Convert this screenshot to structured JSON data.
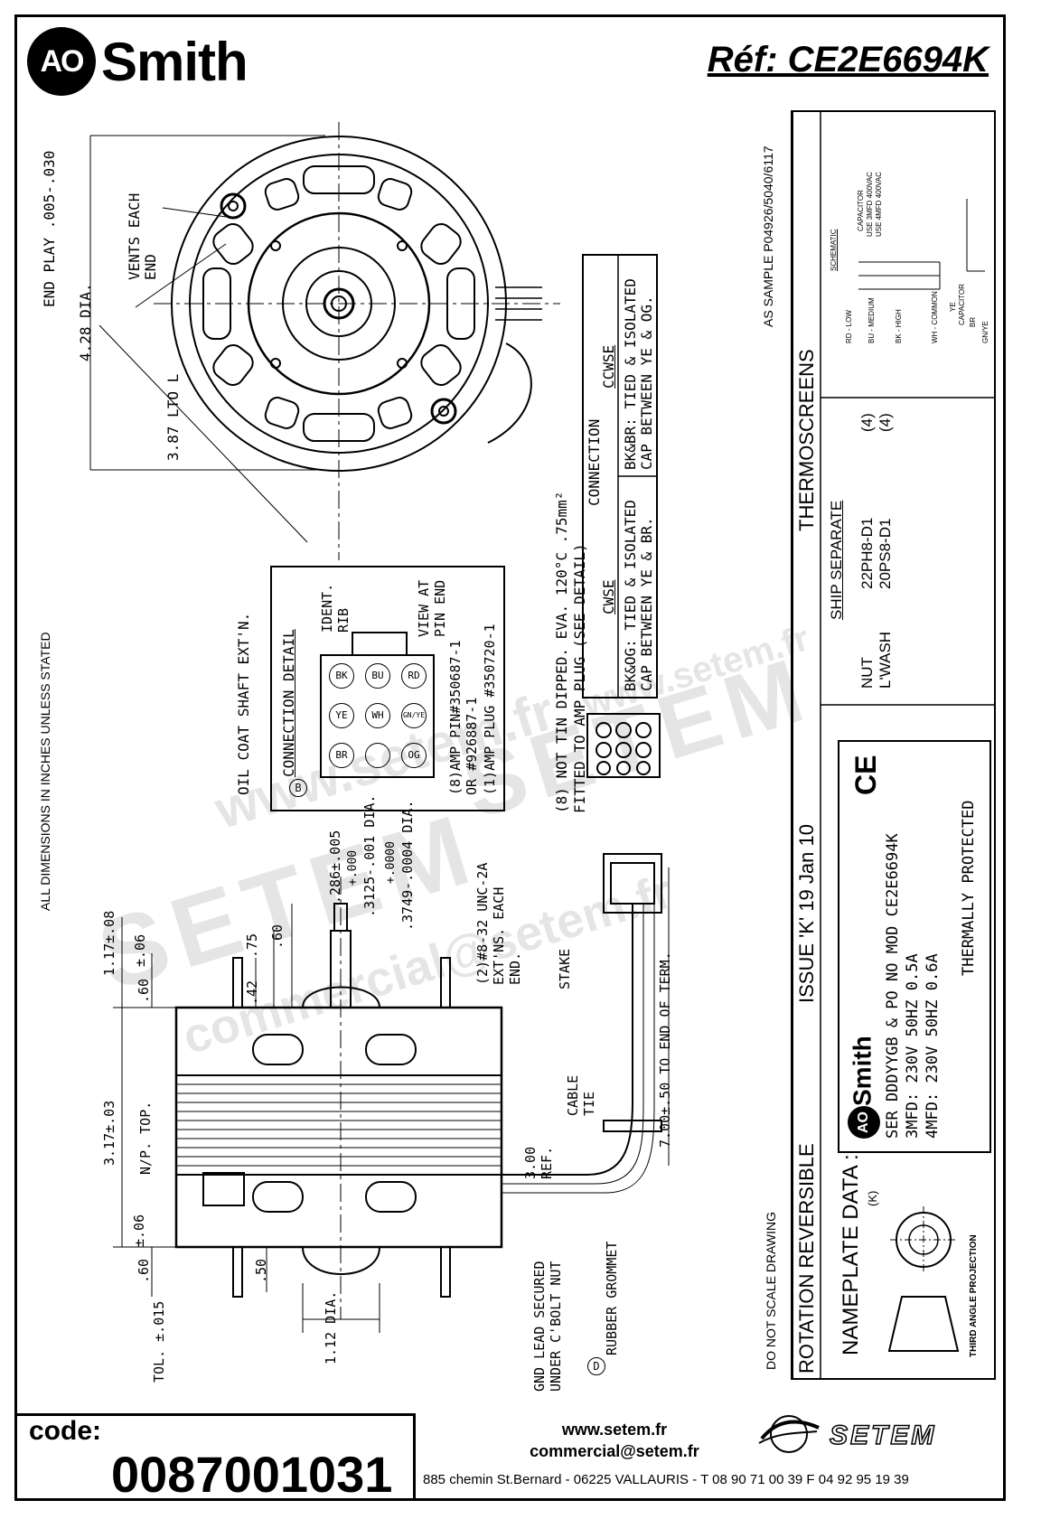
{
  "header": {
    "brand_initials": "AO",
    "brand_name": "Smith",
    "reference": "Réf: CE2E6694K"
  },
  "drawing": {
    "left_note": "ALL DIMENSIONS IN INCHES UNLESS STATED",
    "end_play": "END PLAY .005-.030",
    "dia_428": "4.28 DIA.",
    "ltol_387": "3.87 LTO L",
    "vents": "VENTS EACH END",
    "oil_coat": "OIL COAT SHAFT EXT'N.",
    "shaft_dim_286": ".286±.005",
    "shaft_dia_3125_tol_plus": "+.000",
    "shaft_dia_3125": ".3125-.001 DIA.",
    "shaft_dia_3749_tol_plus": "+.0000",
    "shaft_dia_3749": ".3749-.0004 DIA.",
    "dim_117": "1.17±.08",
    "dim_pm06_top": "±.06",
    "dim_60_top": ".60",
    "dim_75": ".75",
    "dim_60_b": ".60",
    "dim_42": ".42",
    "dim_317": "3.17±.03",
    "dim_pm06_bot": "±.06",
    "dim_60_bot": ".60",
    "dim_50": ".50",
    "dim_112": "1.12 DIA.",
    "tol": "TOL. ±.015",
    "np_top": "N/P. TOP.",
    "studs": "(2)#8-32 UNC-2A EXT'NS. EACH END.",
    "stake": "STAKE",
    "cable_tie": "CABLE TIE",
    "ref_300": "3.00 REF.",
    "term": "7.00±.50 TO END OF TERM.",
    "gnd_lead_1": "GND LEAD SECURED",
    "gnd_lead_2": "UNDER C'BOLT NUT",
    "grommet": "RUBBER GROMMET",
    "grommet_marker": "D",
    "b_marker": "B",
    "not_tin_1": "(8) NOT TIN DIPPED. EVA. 120°C .75mm²",
    "not_tin_2": "FITTED TO AMP PLUG (SEE DETAIL)",
    "conn_title": "CONNECTION DETAIL",
    "ident_rib": "IDENT. RIB",
    "view_at": "VIEW AT PIN END",
    "amp_pin_1": "(8)AMP PIN#350687-1",
    "amp_pin_2": "OR #926887-1",
    "amp_plug": "(1)AMP PLUG #350720-1",
    "pins": [
      "BK",
      "BU",
      "RD",
      "YE",
      "WH",
      "GN/YE",
      "BR",
      "",
      "OG"
    ],
    "connection_header": "CONNECTION",
    "cwse": "CWSE",
    "cwse_1": "BK&OG: TIED & ISOLATED",
    "cwse_2": "CAP BETWEEN YE & BR.",
    "ccwse": "CCWSE",
    "ccwse_1": "BK&BR: TIED & ISOLATED",
    "ccwse_2": "CAP BETWEEN YE & OG."
  },
  "title_block": {
    "as_sample": "AS SAMPLE P04926/5040/6117",
    "thermoscreens": "THERMOSCREENS",
    "ship_separate": "SHIP SEPARATE",
    "nut_label": "NUT",
    "nut_part": "22PH8-D1",
    "nut_qty": "(4)",
    "lwash_label": "L'WASH",
    "lwash_part": "20PS8-D1",
    "lwash_qty": "(4)",
    "schematic": "SCHEMATIC",
    "sch_capacitor": "CAPACITOR",
    "sch_use3": "USE 3MFD 400VAC",
    "sch_use4": "USE 4MFD 400VAC",
    "sch_rd": "RD - LOW",
    "sch_bu": "BU - MEDIUM",
    "sch_bk": "BK - HIGH",
    "sch_wh": "WH - COMMON",
    "sch_ye": "YE",
    "sch_cap2": "CAPACITOR",
    "sch_br": "BR",
    "sch_gnye": "GN/YE",
    "issue": "ISSUE  'K'  19 Jan 10",
    "rotation": "ROTATION REVERSIBLE",
    "nameplate": "NAMEPLATE DATA :",
    "nameplate_k": "(K)",
    "np_ser": "SER DDDYYGB & PO NO MOD CE2E6694K",
    "np_3mfd": "3MFD: 230V 50HZ 0.5A",
    "np_4mfd": "4MFD: 230V 50HZ 0.6A",
    "np_thermal": "THERMALLY PROTECTED",
    "np_ce": "CE",
    "do_not_scale": "DO NOT SCALE DRAWING",
    "third_angle": "THIRD ANGLE PROJECTION"
  },
  "watermark": {
    "site": "www.setem.fr",
    "name": "SETEM",
    "mail": "commercial@setem.fr"
  },
  "footer": {
    "code_label": "code:",
    "code_value": "0087001031",
    "web": "www.setem.fr",
    "email": "commercial@setem.fr",
    "address": "885 chemin St.Bernard  -  06225 VALLAURIS  -  T 08 90 71 00 39  F 04 92 95 19 39",
    "setem_logo_text": "SETEM"
  }
}
